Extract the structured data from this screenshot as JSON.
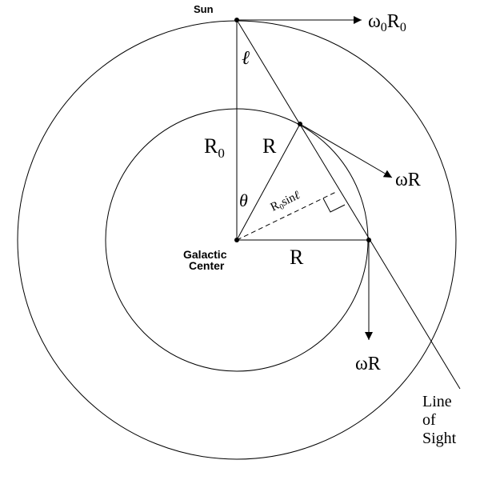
{
  "labels": {
    "sun": "Sun",
    "galactic_center_line1": "Galactic",
    "galactic_center_line2": "Center",
    "omega0": "ω",
    "omega0_sub": "0",
    "R0_after_omega": "R",
    "R0_after_omega_sub": "0",
    "ell": "ℓ",
    "R0_main": "R",
    "R0_main_sub": "0",
    "R_upper": "R",
    "theta": "θ",
    "proj_R": "R",
    "proj_sub": "0",
    "proj_sin": "sin",
    "proj_ell": "ℓ",
    "R_lower": "R",
    "omegaR_right": "ωR",
    "omegaR_down": "ωR",
    "line_of_sight_1": "Line",
    "line_of_sight_2": "of",
    "line_of_sight_3": "Sight"
  }
}
